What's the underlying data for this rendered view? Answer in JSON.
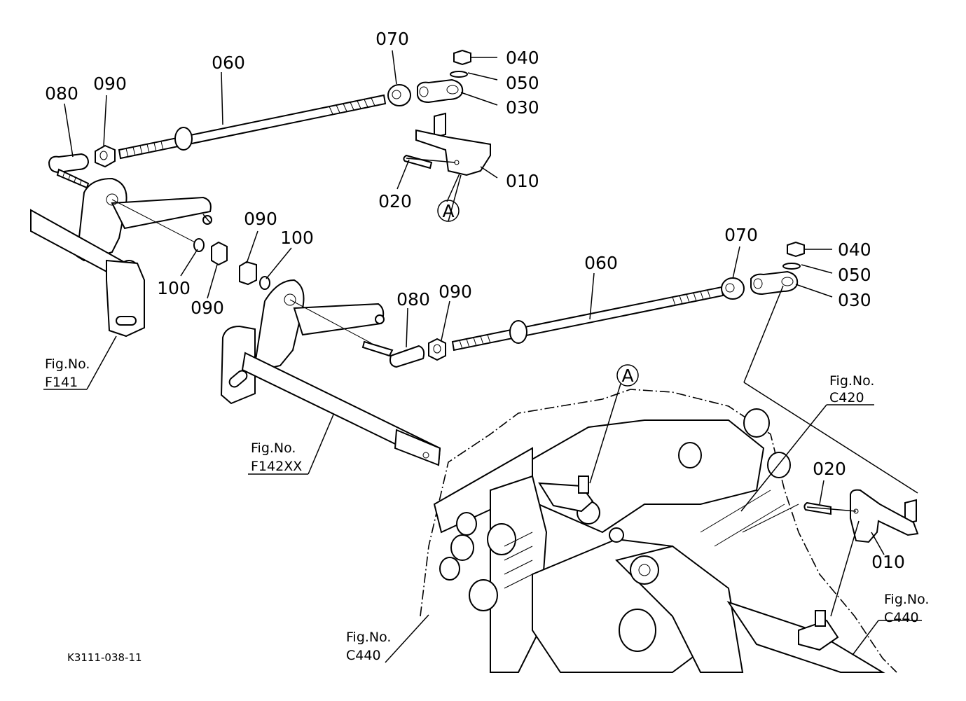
{
  "diagram": {
    "drawing_code": "K3111-038-11",
    "part_labels": {
      "p010_top": "010",
      "p020_top": "020",
      "p030_top": "030",
      "p040_top": "040",
      "p050_top": "050",
      "p060_top": "060",
      "p070_top": "070",
      "p080_top": "080",
      "p090_top": "090",
      "p090_mid_a": "090",
      "p100_mid_a": "100",
      "p100_mid_b": "100",
      "p090_mid_b": "090",
      "p010_low": "010",
      "p020_low": "020",
      "p030_low": "030",
      "p040_low": "040",
      "p050_low": "050",
      "p060_low": "060",
      "p070_low": "070",
      "p080_low": "080",
      "p090_low": "090"
    },
    "callouts": {
      "a_top": "A",
      "a_mid": "A"
    },
    "fig_refs": {
      "f141": {
        "line1": "Fig.No.",
        "line2": "F141"
      },
      "f142xx": {
        "line1": "Fig.No.",
        "line2": "F142XX"
      },
      "c420": {
        "line1": "Fig.No.",
        "line2": "C420"
      },
      "c440_left": {
        "line1": "Fig.No.",
        "line2": "C440"
      },
      "c440_right": {
        "line1": "Fig.No.",
        "line2": "C440"
      }
    }
  }
}
